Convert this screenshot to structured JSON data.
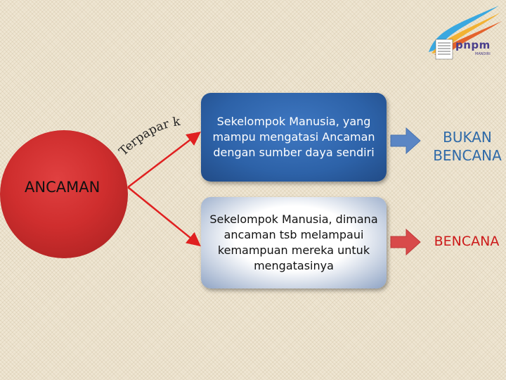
{
  "logo": {
    "brand": "pnpm",
    "sub": "MANDIRI"
  },
  "diagram": {
    "source": "ANCAMAN",
    "edge_label": "Terpapar ke",
    "box1": "Sekelompok Manusia, yang mampu mengatasi Ancaman dengan sumber daya sendiri",
    "box2": "Sekelompok Manusia, dimana ancaman tsb melampaui kemampuan mereka untuk mengatasinya",
    "result1": "BUKAN BENCANA",
    "result2": "BENCANA"
  },
  "colors": {
    "source_circle": "#cf2e2e",
    "box1": "#2d62a8",
    "arrow_red": "#e02020",
    "result1": "#2f6aa8",
    "result2": "#cc1a1a"
  }
}
